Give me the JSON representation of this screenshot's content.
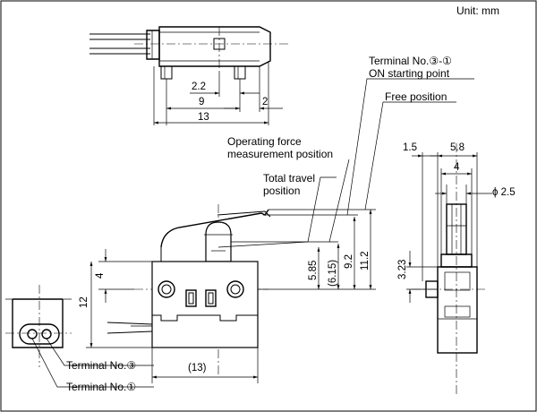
{
  "unit_label": "Unit: mm",
  "labels": {
    "terminal31": "Terminal No.③-①",
    "on_starting": "ON starting point",
    "free_position": "Free position",
    "operating_force_1": "Operating force",
    "operating_force_2": "measurement position",
    "total_travel_1": "Total travel",
    "total_travel_2": "position",
    "terminal3": "Terminal No.③",
    "terminal1": "Terminal No.①"
  },
  "dims": {
    "d2_2": "2.2",
    "d9": "9",
    "d2": "2",
    "d13": "13",
    "d1_5": "1.5",
    "d5_8": "5.8",
    "d4_side": "4",
    "phi2_5": "ϕ 2.5",
    "d4_front": "4",
    "d12": "12",
    "d13p": "(13)",
    "d5_85": "5.85",
    "d6_15": "(6.15)",
    "d9_2": "9.2",
    "d11_2": "11.2",
    "d3_23": "3.23"
  }
}
